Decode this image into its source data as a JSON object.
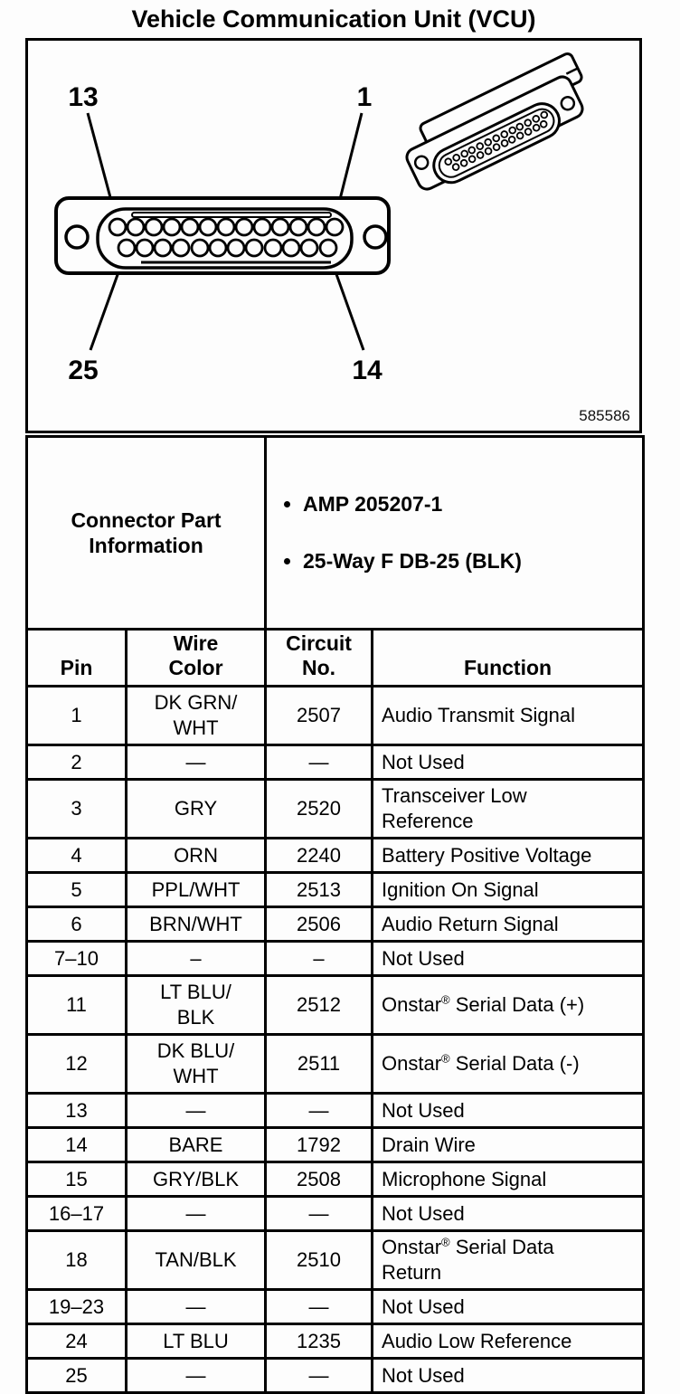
{
  "page_title": "Vehicle Communication Unit (VCU)",
  "figure": {
    "number": "585586",
    "pin_labels": {
      "top_left": "13",
      "top_right": "1",
      "bottom_left": "25",
      "bottom_right": "14"
    }
  },
  "connector_info": {
    "header": "Connector Part\nInformation",
    "bullets": [
      "AMP 205207-1",
      "25-Way F DB-25 (BLK)"
    ]
  },
  "table": {
    "columns": [
      "Pin",
      "Wire\nColor",
      "Circuit\nNo.",
      "Function"
    ],
    "rows": [
      {
        "pin": "1",
        "wire_color": "DK GRN/\nWHT",
        "circuit_no": "2507",
        "function": "Audio Transmit Signal"
      },
      {
        "pin": "2",
        "wire_color": "—",
        "circuit_no": "—",
        "function": "Not Used"
      },
      {
        "pin": "3",
        "wire_color": "GRY",
        "circuit_no": "2520",
        "function": "Transceiver Low\nReference"
      },
      {
        "pin": "4",
        "wire_color": "ORN",
        "circuit_no": "2240",
        "function": "Battery Positive Voltage"
      },
      {
        "pin": "5",
        "wire_color": "PPL/WHT",
        "circuit_no": "2513",
        "function": "Ignition On Signal"
      },
      {
        "pin": "6",
        "wire_color": "BRN/WHT",
        "circuit_no": "2506",
        "function": "Audio Return Signal"
      },
      {
        "pin": "7–10",
        "wire_color": "–",
        "circuit_no": "–",
        "function": "Not Used"
      },
      {
        "pin": "11",
        "wire_color": "LT BLU/\nBLK",
        "circuit_no": "2512",
        "function_pre": "Onstar",
        "function_sup": "®",
        "function_post": " Serial Data (+)"
      },
      {
        "pin": "12",
        "wire_color": "DK BLU/\nWHT",
        "circuit_no": "2511",
        "function_pre": "Onstar",
        "function_sup": "®",
        "function_post": " Serial Data (-)"
      },
      {
        "pin": "13",
        "wire_color": "—",
        "circuit_no": "—",
        "function": "Not Used"
      },
      {
        "pin": "14",
        "wire_color": "BARE",
        "circuit_no": "1792",
        "function": "Drain Wire"
      },
      {
        "pin": "15",
        "wire_color": "GRY/BLK",
        "circuit_no": "2508",
        "function": "Microphone Signal"
      },
      {
        "pin": "16–17",
        "wire_color": "—",
        "circuit_no": "—",
        "function": "Not Used"
      },
      {
        "pin": "18",
        "wire_color": "TAN/BLK",
        "circuit_no": "2510",
        "function_pre": "Onstar",
        "function_sup": "®",
        "function_post": " Serial Data\nReturn"
      },
      {
        "pin": "19–23",
        "wire_color": "—",
        "circuit_no": "—",
        "function": "Not Used"
      },
      {
        "pin": "24",
        "wire_color": "LT BLU",
        "circuit_no": "1235",
        "function": "Audio Low Reference"
      },
      {
        "pin": "25",
        "wire_color": "—",
        "circuit_no": "—",
        "function": "Not Used"
      }
    ]
  }
}
